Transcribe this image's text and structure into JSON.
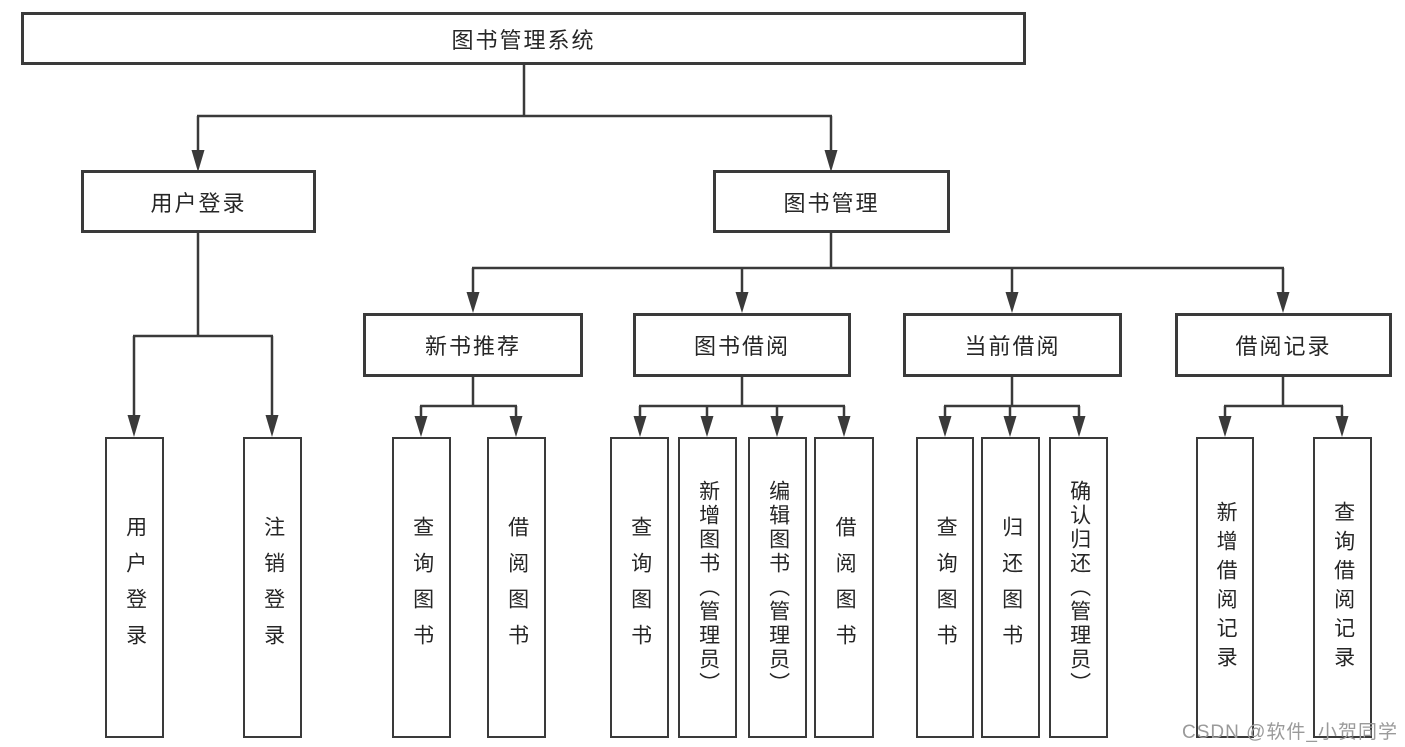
{
  "diagram": {
    "root": {
      "label": "图书管理系统"
    },
    "level2": [
      {
        "label": "用户登录"
      },
      {
        "label": "图书管理"
      }
    ],
    "level3": [
      {
        "label": "新书推荐"
      },
      {
        "label": "图书借阅"
      },
      {
        "label": "当前借阅"
      },
      {
        "label": "借阅记录"
      }
    ],
    "leaves": [
      {
        "label": "用户登录"
      },
      {
        "label": "注销登录"
      },
      {
        "label": "查询图书"
      },
      {
        "label": "借阅图书"
      },
      {
        "label": "查询图书"
      },
      {
        "label": "新增图书（管理员）"
      },
      {
        "label": "编辑图书（管理员）"
      },
      {
        "label": "借阅图书"
      },
      {
        "label": "查询图书"
      },
      {
        "label": "归还图书"
      },
      {
        "label": "确认归还（管理员）"
      },
      {
        "label": "新增借阅记录"
      },
      {
        "label": "查询借阅记录"
      }
    ],
    "colors": {
      "line": "#3a3a3a",
      "text": "#262626",
      "background": "#ffffff",
      "watermark": "#9a9a9a"
    }
  },
  "watermark": {
    "text": "CSDN @软件_小贺同学"
  }
}
